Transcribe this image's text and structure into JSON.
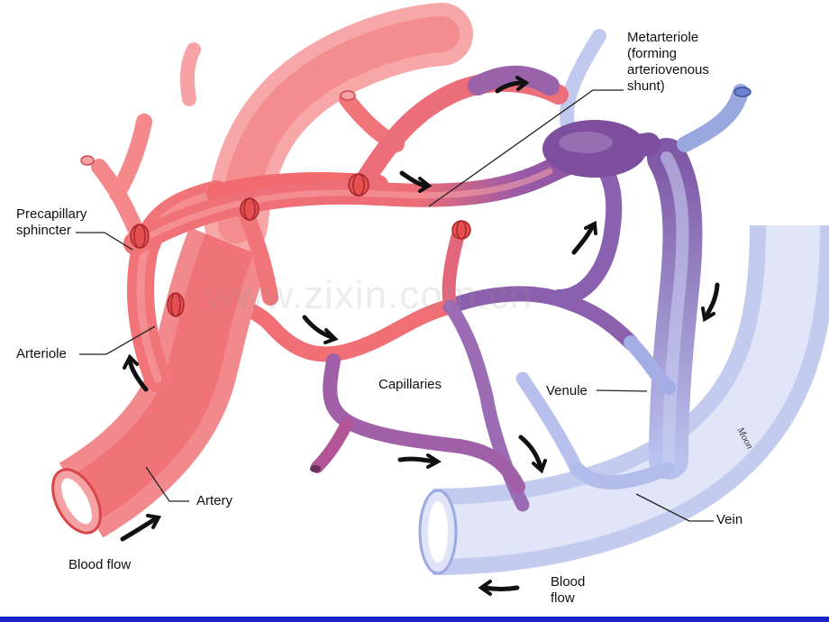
{
  "labels": {
    "metarteriole": "Metarteriole\n(forming\narteriovenous\nshunt)",
    "precapillary": "Precapillary\nsphincter",
    "arteriole": "Arteriole",
    "capillaries": "Capillaries",
    "venule": "Venule",
    "artery": "Artery",
    "vein": "Vein",
    "blood_flow_left": "Blood flow",
    "blood_flow_right": "Blood\nflow"
  },
  "signature": "Moon",
  "watermark": "www.zixin.com.cn",
  "colors": {
    "arterial": "#f06a6e",
    "arterial_light": "#f7a3a3",
    "venous": "#a9b4e8",
    "venous_light": "#dfe4f8",
    "mixed": "#8a4f9e",
    "sphincter": "#d9464a",
    "arrow": "#111111",
    "bar": "#1c22c8"
  }
}
